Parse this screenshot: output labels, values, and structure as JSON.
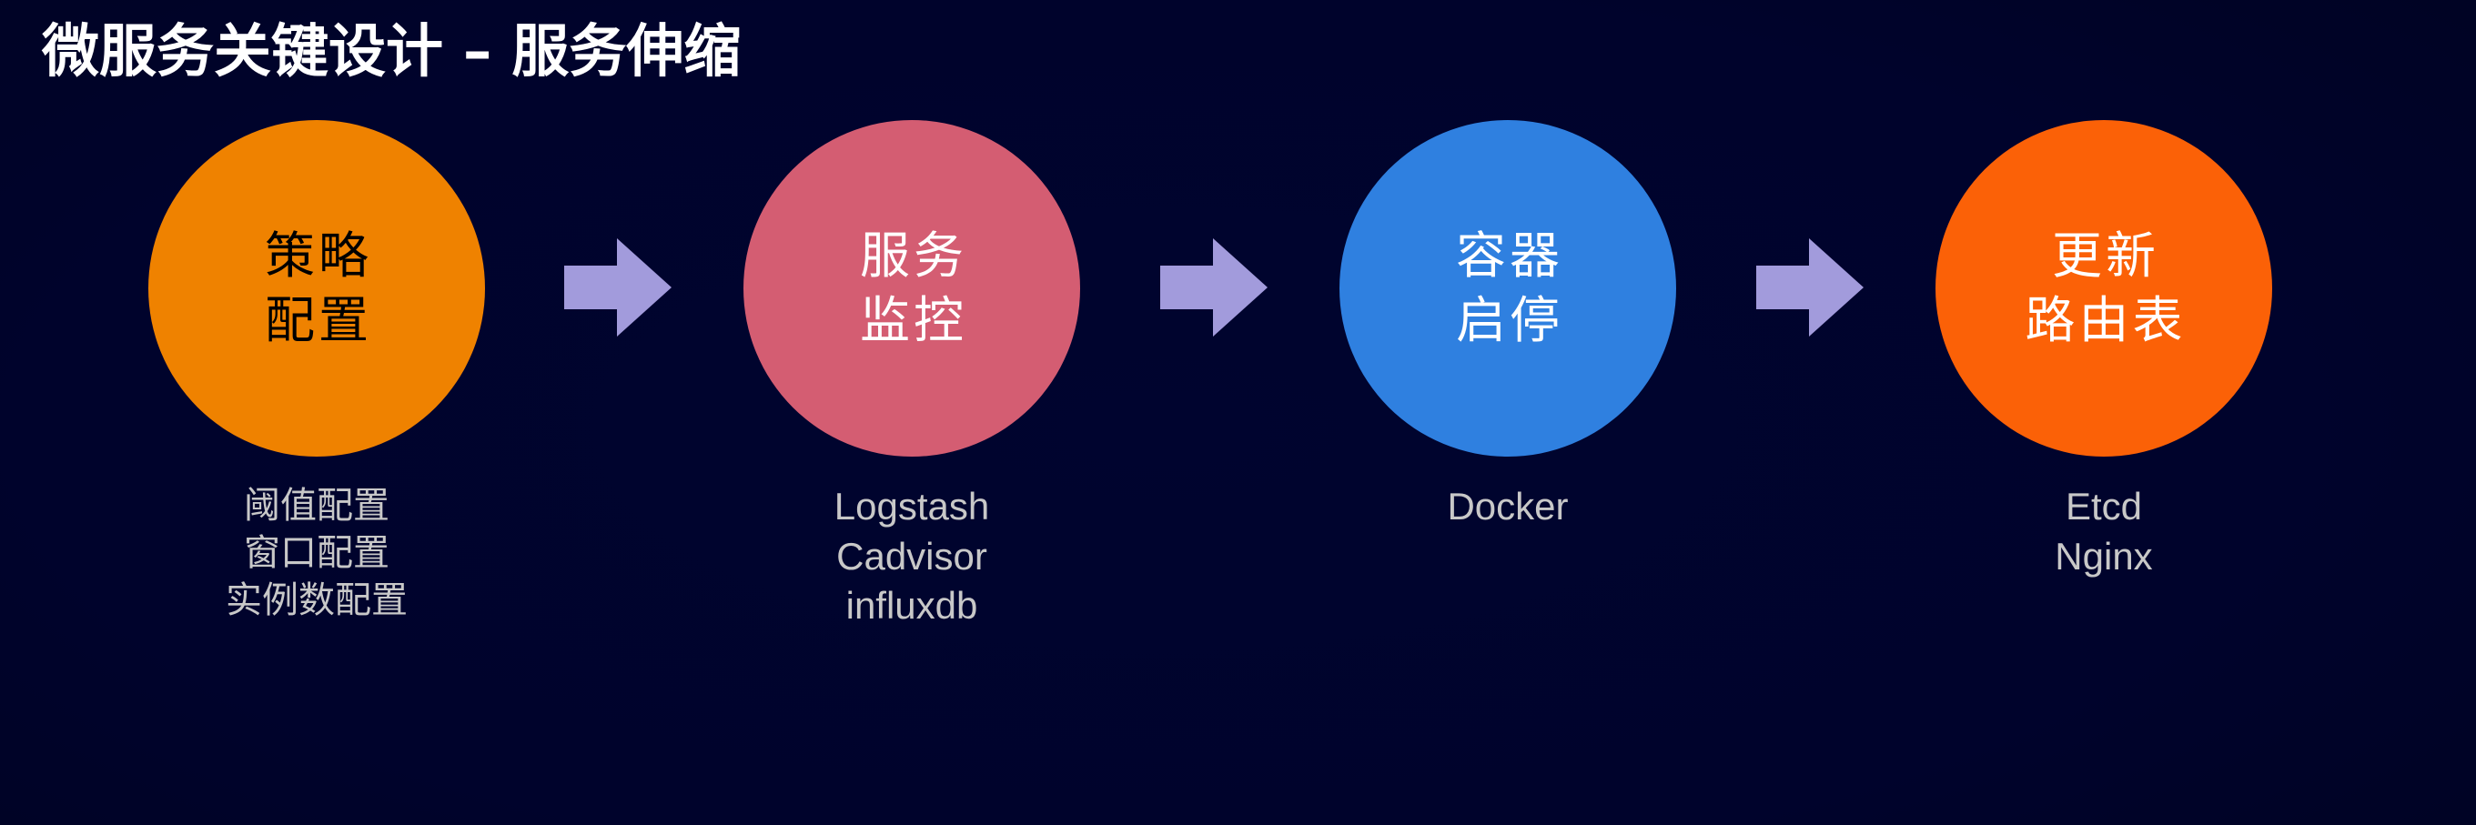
{
  "slide": {
    "title": "微服务关键设计 – 服务伸缩",
    "background_start": "#000000",
    "background_mid": "#00042f",
    "caption_color": "#c8c8c8",
    "arrow_color": "#a29bdc"
  },
  "flow": {
    "arrow_icon": "right-block-arrow-icon",
    "steps": [
      {
        "id": "step-1",
        "bubble_line1": "策略",
        "bubble_line2": "配置",
        "bubble_color": "#ef8200",
        "bubble_text_color": "#000000",
        "caption_lines": [
          "阈值配置",
          "窗口配置",
          "实例数配置"
        ],
        "caption_is_cjk": true
      },
      {
        "id": "step-2",
        "bubble_line1": "服务",
        "bubble_line2": "监控",
        "bubble_color": "#d45d72",
        "bubble_text_color": "#ffffff",
        "caption_lines": [
          "Logstash",
          "Cadvisor",
          "influxdb"
        ],
        "caption_is_cjk": false
      },
      {
        "id": "step-3",
        "bubble_line1": "容器",
        "bubble_line2": "启停",
        "bubble_color": "#2f80e0",
        "bubble_text_color": "#ffffff",
        "caption_lines": [
          "Docker"
        ],
        "caption_is_cjk": false
      },
      {
        "id": "step-4",
        "bubble_line1": "更新",
        "bubble_line2": "路由表",
        "bubble_color": "#fb6107",
        "bubble_text_color": "#ffffff",
        "caption_lines": [
          "Etcd",
          "Nginx"
        ],
        "caption_is_cjk": false
      }
    ]
  }
}
